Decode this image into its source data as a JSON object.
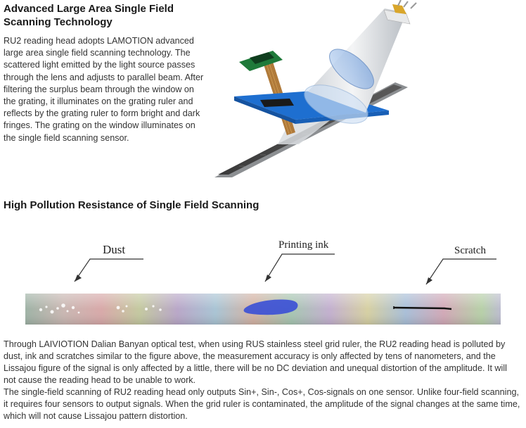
{
  "section1": {
    "title": "Advanced Large Area Single Field Scanning Technology",
    "body": "RU2 reading head adopts LAMOTION advanced large area single field scanning technology. The scattered light emitted by the light source passes through the lens and adjusts to parallel beam. After filtering the surplus beam through the window on the grating, it illuminates on the grating ruler and reflects by the grating ruler to form bright and dark fringes. The grating on the window illuminates on the single field scanning sensor."
  },
  "section2": {
    "title": "High Pollution Resistance of Single Field Scanning",
    "labels": {
      "dust": "Dust",
      "ink": "Printing ink",
      "scratch": "Scratch"
    },
    "body_line1": "Through LAIVIOTION Dalian Banyan optical test, when using RUS stainless steel grid ruler, the RU2 reading head is polluted by dust, ink and scratches similar to the figure above, the measurement accuracy is only affected by tens of nanometers, and the Lissajou figure of the signal is only affected by a little, there will be no DC deviation and unequal distortion of the amplitude. It will not cause the reading head to be unable to work.",
    "body_line2": "The single-field scanning of RU2 reading head only outputs Sin+, Sin-, Cos+, Cos-signals on one sensor. Unlike four-field scanning, it requires four sensors to output signals. When the grid ruler is contaminated, the amplitude of the signal changes at the same time, which will not cause Lissajou pattern distortion."
  },
  "colors": {
    "text": "#333333",
    "heading": "#1a1a1a",
    "pcb_green": "#1f7a3a",
    "carrier_blue": "#1e6fd0",
    "ink_blue": "#3a4fd6"
  }
}
